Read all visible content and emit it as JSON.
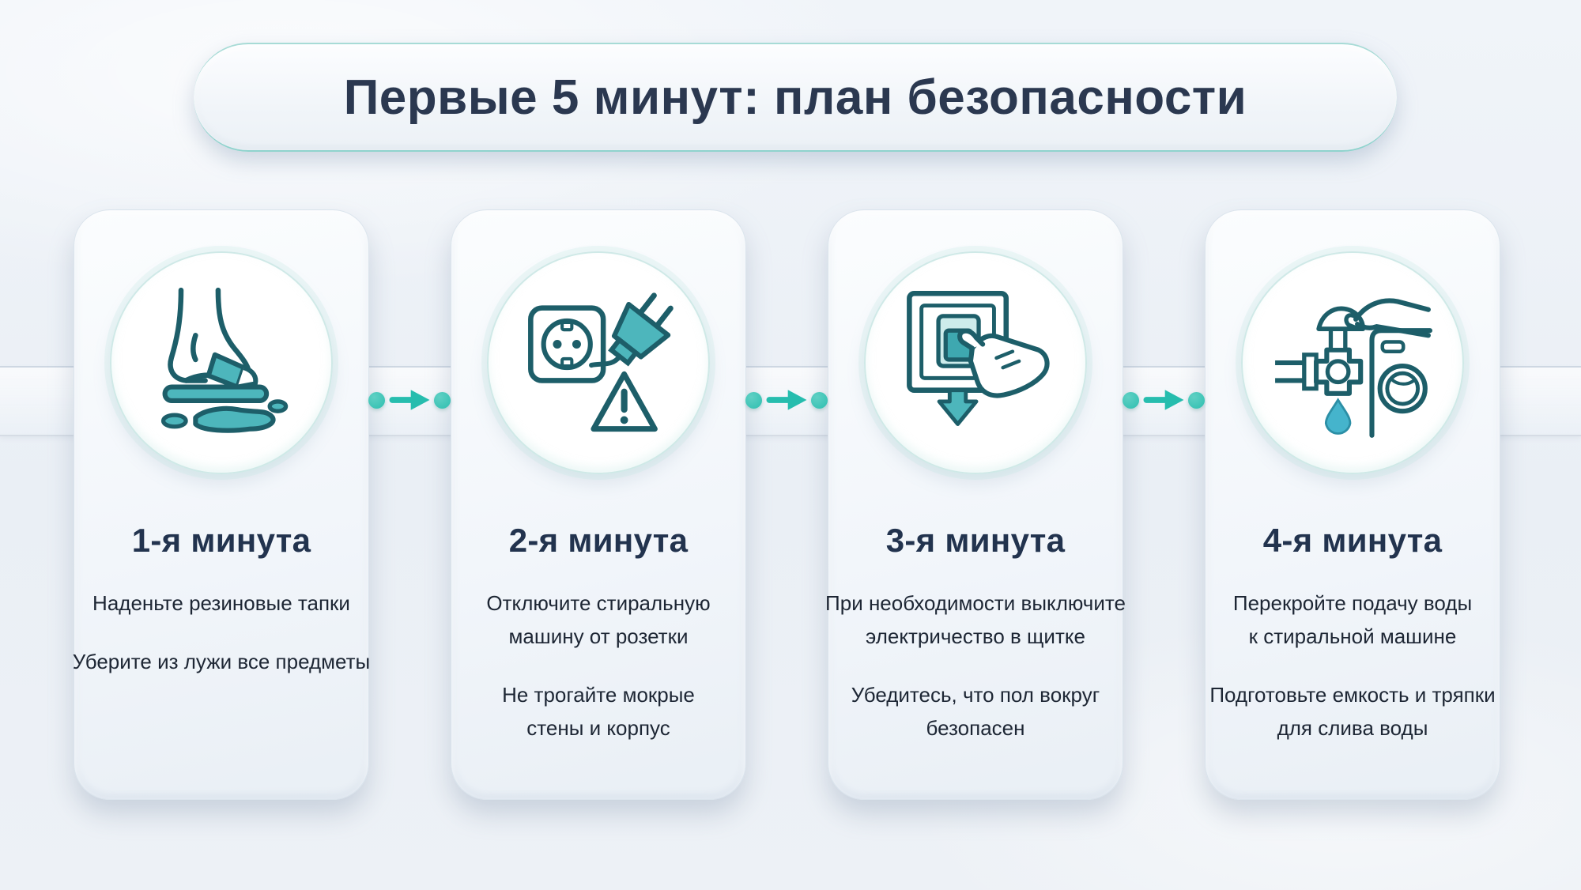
{
  "page_title": "Первые 5 минут: план безопасности",
  "colors": {
    "accent_teal": "#2fbfb0",
    "icon_stroke": "#1d5e69",
    "icon_fill": "#4db6bc",
    "title_navy": "#2b3850",
    "body_text": "#1d2634"
  },
  "steps": [
    {
      "title": "1-я минута",
      "icon": "rubber-slipper-over-puddle-icon",
      "lines": [
        [
          "Наденьте резиновые тапки"
        ],
        [
          "Уберите из лужи все предметы"
        ]
      ]
    },
    {
      "title": "2-я минута",
      "icon": "unplugged-socket-warning-icon",
      "lines": [
        [
          "Отключите стиральную",
          "машину от розетки"
        ],
        [
          "Не трогайте мокрые",
          "стены и корпус"
        ]
      ]
    },
    {
      "title": "3-я минута",
      "icon": "breaker-switch-off-icon",
      "lines": [
        [
          "При необходимости выключите",
          "электричество в щитке"
        ],
        [
          "Убедитесь, что пол вокруг",
          "безопасен"
        ]
      ]
    },
    {
      "title": "4-я минута",
      "icon": "water-valve-shutoff-icon",
      "lines": [
        [
          "Перекройте подачу воды",
          "к стиральной машине"
        ],
        [
          "Подготовьте емкость и тряпки",
          "для слива воды"
        ]
      ]
    }
  ]
}
